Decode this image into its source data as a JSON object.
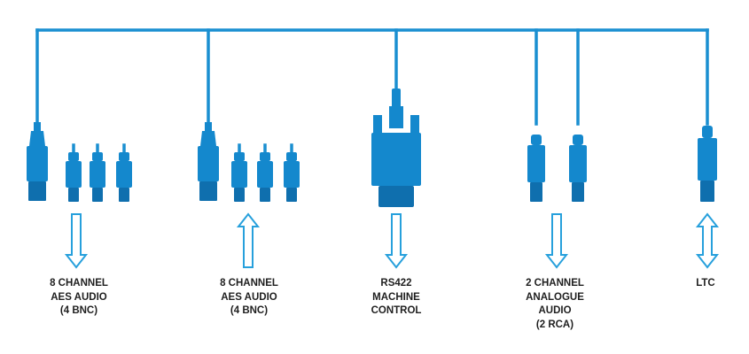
{
  "colors": {
    "cable": "#1a8fd1",
    "connector": "#1488cd",
    "connector_shade": "#0f6fae",
    "arrow": "#27a0dc",
    "label": "#1f1f1f"
  },
  "interfaces": [
    {
      "id": "aes-audio-1",
      "connector_icon": "multi-pin-plug-with-4-bnc-icon",
      "direction": "output",
      "arrow_icon": "arrow-down-icon",
      "label_lines": [
        "8 CHANNEL",
        "AES AUDIO",
        "(4 BNC)"
      ]
    },
    {
      "id": "aes-audio-2",
      "connector_icon": "multi-pin-plug-with-4-bnc-icon",
      "direction": "input",
      "arrow_icon": "arrow-up-icon",
      "label_lines": [
        "8 CHANNEL",
        "AES AUDIO",
        "(4 BNC)"
      ]
    },
    {
      "id": "rs422",
      "connector_icon": "d-sub-connector-icon",
      "direction": "output",
      "arrow_icon": "arrow-down-icon",
      "label_lines": [
        "RS422",
        "MACHINE",
        "CONTROL"
      ]
    },
    {
      "id": "analogue-audio",
      "connector_icon": "rca-plug-pair-icon",
      "direction": "output",
      "arrow_icon": "arrow-down-icon",
      "label_lines": [
        "2 CHANNEL",
        "ANALOGUE",
        "AUDIO",
        "(2 RCA)"
      ]
    },
    {
      "id": "ltc",
      "connector_icon": "bnc-plug-icon",
      "direction": "bidirectional",
      "arrow_icon": "arrow-up-down-icon",
      "label_lines": [
        "LTC"
      ]
    }
  ]
}
